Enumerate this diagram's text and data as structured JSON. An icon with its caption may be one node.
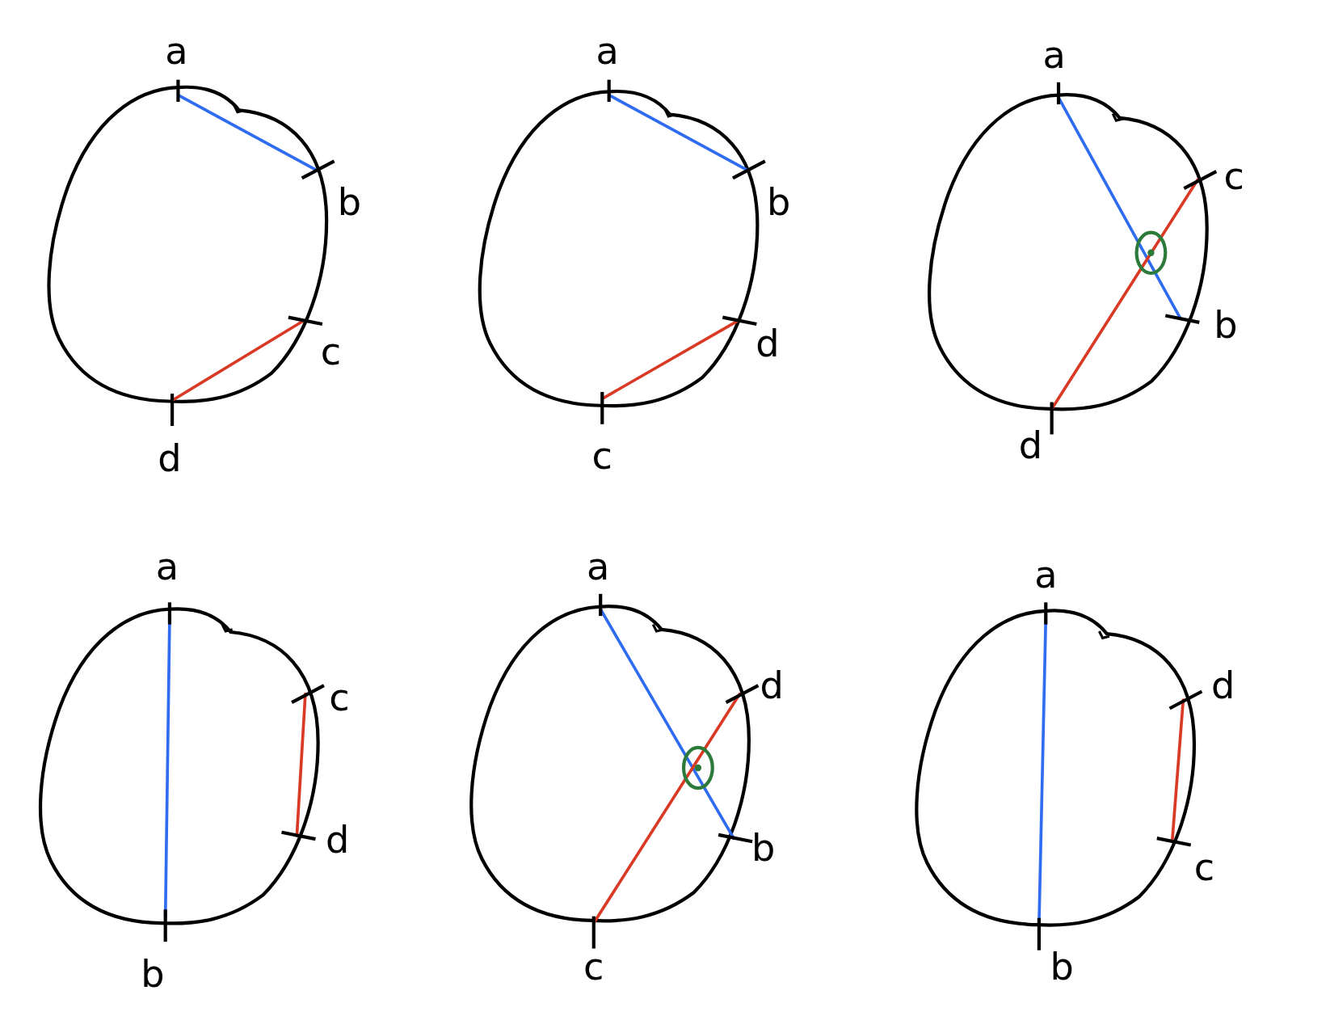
{
  "diagram": {
    "labels": [
      "a",
      "b",
      "c",
      "d",
      "a",
      "b",
      "d",
      "c",
      "a",
      "c",
      "b",
      "d",
      "a",
      "c",
      "d",
      "b",
      "a",
      "d",
      "b",
      "c",
      "a",
      "d",
      "c",
      "b"
    ]
  }
}
